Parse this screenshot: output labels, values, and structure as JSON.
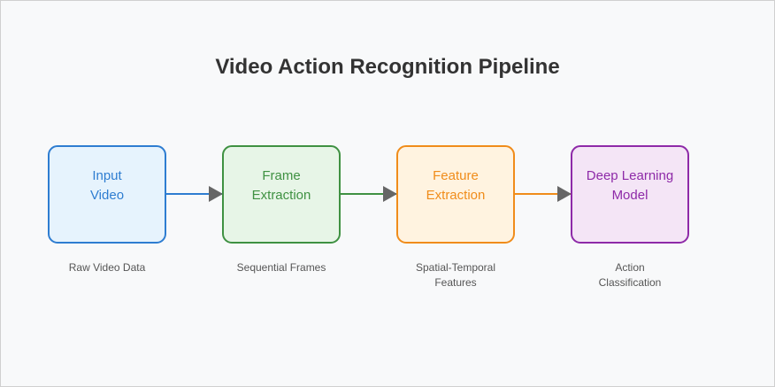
{
  "title": "Video Action Recognition Pipeline",
  "stages": [
    {
      "line1": "Input",
      "line2": "Video",
      "caption1": "Raw Video Data",
      "caption2": "",
      "stroke": "#2e7dd1",
      "fill": "#e6f3fd",
      "text": "#2e7dd1"
    },
    {
      "line1": "Frame",
      "line2": "Extraction",
      "caption1": "Sequential Frames",
      "caption2": "",
      "stroke": "#3f9142",
      "fill": "#e7f5e7",
      "text": "#3f9142"
    },
    {
      "line1": "Feature",
      "line2": "Extraction",
      "caption1": "Spatial-Temporal",
      "caption2": "Features",
      "stroke": "#f08c1a",
      "fill": "#fff3e0",
      "text": "#f08c1a"
    },
    {
      "line1": "Deep Learning",
      "line2": "Model",
      "caption1": "Action",
      "caption2": "Classification",
      "stroke": "#8e2aa8",
      "fill": "#f4e5f6",
      "text": "#8e2aa8"
    }
  ],
  "arrow_head_color": "#666666"
}
